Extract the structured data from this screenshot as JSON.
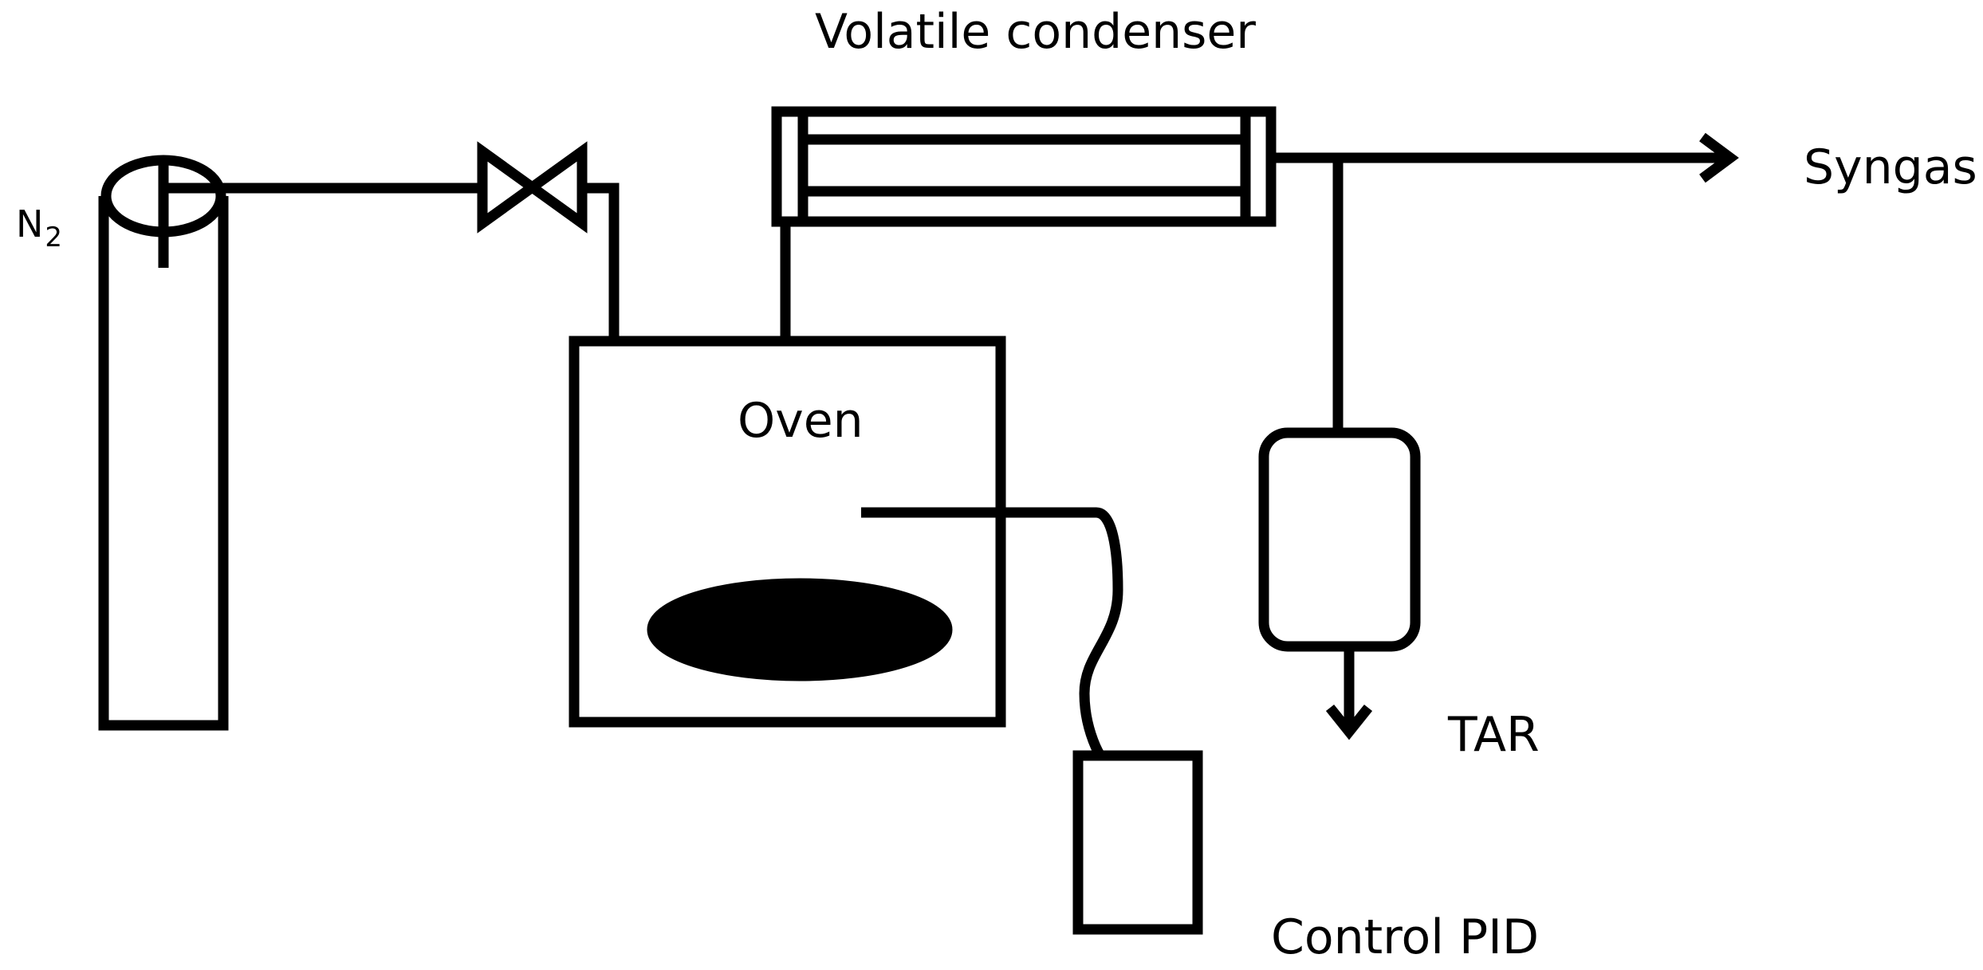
{
  "labels": {
    "n2_symbol": "N",
    "n2_subscript": "2",
    "condenser": "Volatile condenser",
    "syngas": "Syngas",
    "oven": "Oven",
    "tar": "TAR",
    "control": "Control PID"
  },
  "style": {
    "stroke_color": "#000000",
    "fill_color": "#ffffff"
  }
}
